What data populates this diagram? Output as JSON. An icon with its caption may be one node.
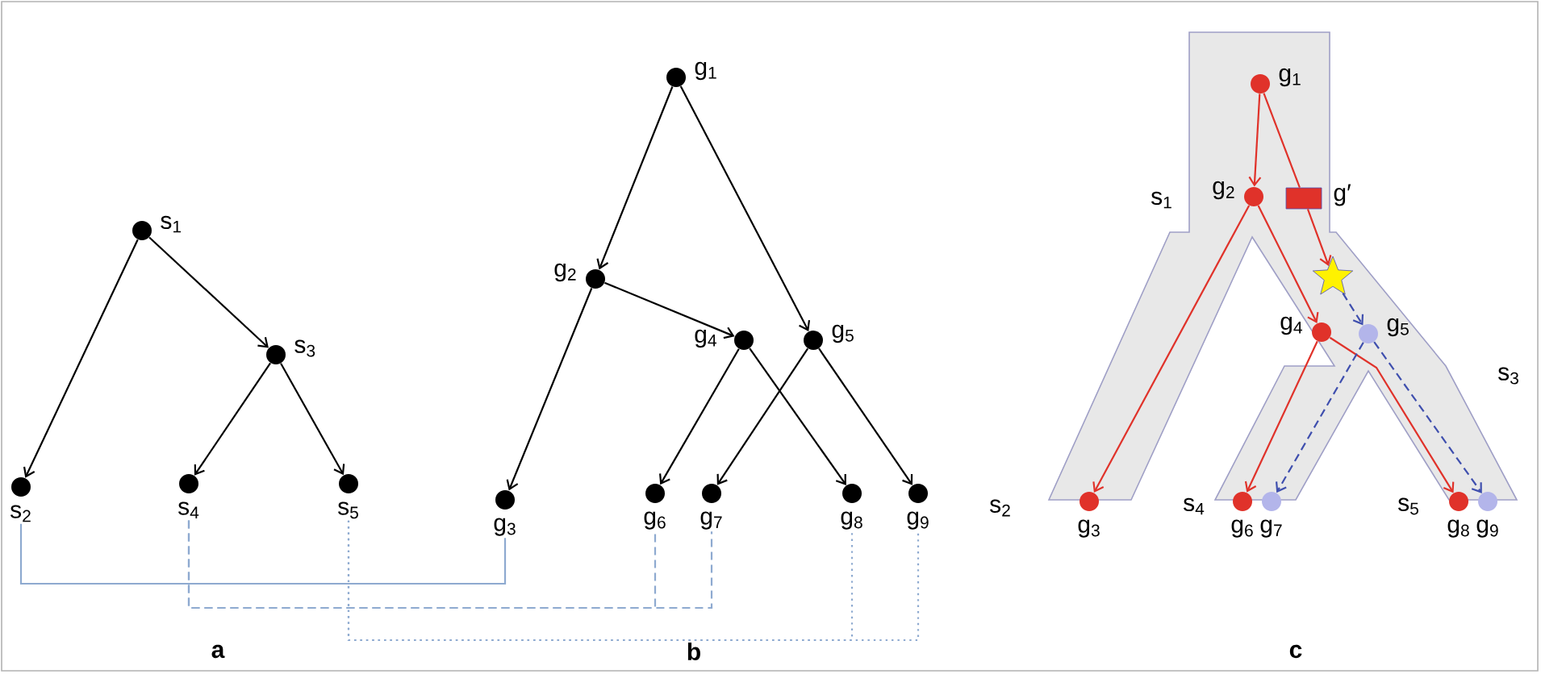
{
  "diagram": {
    "nodes": [
      {
        "text": [
          "s$_{1}$"
        ]
      },
      {
        "text": [
          "s$_{3}$"
        ]
      },
      {
        "text": [
          "s$_{2}$"
        ]
      },
      {
        "text": [
          "s$_{4}$"
        ]
      },
      {
        "text": [
          "s$_{5}$"
        ]
      },
      {
        "text": [
          "g$_{1}$"
        ]
      },
      {
        "text": [
          "g$_{2}$"
        ]
      },
      {
        "text": [
          "g$_{4}$"
        ]
      },
      {
        "text": [
          "g$_{5}$"
        ]
      },
      {
        "text": [
          "g$_{3}$"
        ]
      },
      {
        "text": [
          "g$_{6}$"
        ]
      },
      {
        "text": [
          "g$_{7}$"
        ]
      },
      {
        "text": [
          "g$_{8}$"
        ]
      },
      {
        "text": [
          "g$_{9}$"
        ]
      },
      {
        "text": [
          "g$_{1}$"
        ]
      },
      {
        "text": [
          "g$_{2}$"
        ]
      },
      {
        "text": [
          "g′"
        ]
      },
      {
        "text": [],
        "shape": "star"
      },
      {
        "text": [
          "g$_{4}$"
        ]
      },
      {
        "text": [
          "g$_{5}$"
        ]
      },
      {
        "text": [
          "g$_{3}$"
        ]
      },
      {
        "text": [
          "g$_{6}$"
        ]
      },
      {
        "text": [
          "g$_{7}$"
        ]
      },
      {
        "text": [
          "g$_{8}$"
        ]
      },
      {
        "text": [
          "g$_{9}$"
        ]
      }
    ],
    "edges": [
      {
        "from": 0,
        "to": 2,
        "arrow": "to"
      },
      {
        "from": 0,
        "to": 1,
        "arrow": "to"
      },
      {
        "from": 1,
        "to": 3,
        "arrow": "to"
      },
      {
        "from": 1,
        "to": 4,
        "arrow": "to"
      },
      {
        "from": 5,
        "to": 6,
        "arrow": "to"
      },
      {
        "from": 5,
        "to": 8,
        "arrow": "to"
      },
      {
        "from": 6,
        "to": 9,
        "arrow": "to"
      },
      {
        "from": 6,
        "to": 7,
        "arrow": "to"
      },
      {
        "from": 7,
        "to": 10,
        "arrow": "to"
      },
      {
        "from": 7,
        "to": 12,
        "arrow": "to"
      },
      {
        "from": 8,
        "to": 11,
        "arrow": "to"
      },
      {
        "from": 8,
        "to": 13,
        "arrow": "to"
      },
      {
        "from": 2,
        "to": 9,
        "arrow": "none",
        "color": "#8eaad0"
      },
      {
        "from": 3,
        "to": 10,
        "arrow": "none",
        "style": "dashed",
        "color": "#8eaad0"
      },
      {
        "from": 3,
        "to": 11,
        "arrow": "none",
        "style": "dashed",
        "color": "#8eaad0"
      },
      {
        "from": 4,
        "to": 12,
        "arrow": "none",
        "style": "dashed",
        "color": "#8eaad0"
      },
      {
        "from": 4,
        "to": 13,
        "arrow": "none",
        "style": "dashed",
        "color": "#8eaad0"
      },
      {
        "from": 14,
        "to": 15,
        "arrow": "to",
        "color": "#e0322a"
      },
      {
        "from": 14,
        "to": 16,
        "arrow": "none",
        "color": "#e0322a"
      },
      {
        "from": 16,
        "to": 17,
        "arrow": "to",
        "color": "#e0322a"
      },
      {
        "from": 17,
        "to": 19,
        "arrow": "to",
        "style": "dashed",
        "color": "#3f4fae"
      },
      {
        "from": 15,
        "to": 20,
        "arrow": "to",
        "color": "#e0322a"
      },
      {
        "from": 15,
        "to": 18,
        "arrow": "to",
        "color": "#e0322a"
      },
      {
        "from": 18,
        "to": 21,
        "arrow": "to",
        "color": "#e0322a"
      },
      {
        "from": 18,
        "to": 23,
        "arrow": "to",
        "color": "#e0322a"
      },
      {
        "from": 19,
        "to": 22,
        "arrow": "to",
        "style": "dashed",
        "color": "#3f4fae"
      },
      {
        "from": 19,
        "to": 24,
        "arrow": "to",
        "style": "dashed",
        "color": "#3f4fae"
      }
    ],
    "labels": [
      "s$_{1}$",
      "s$_{3}$",
      "s$_{2}$",
      "s$_{4}$",
      "s$_{5}$",
      "a",
      "b",
      "c"
    ]
  }
}
